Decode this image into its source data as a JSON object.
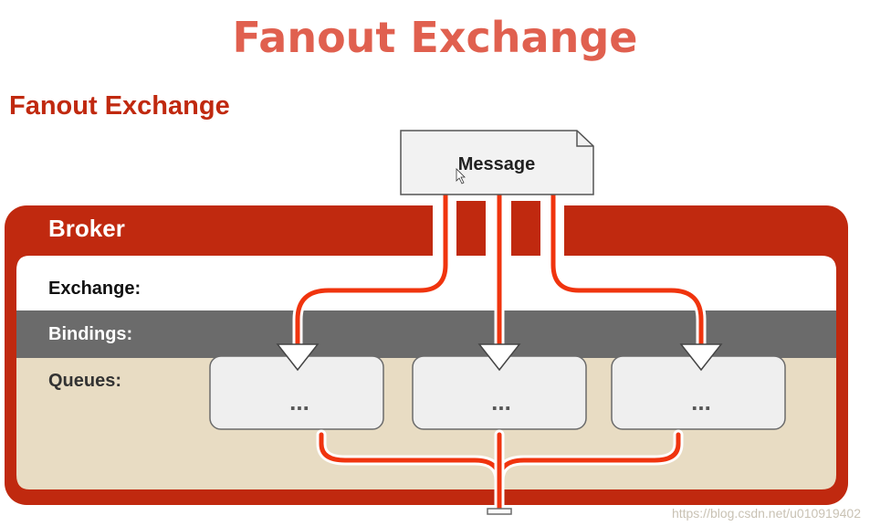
{
  "slide_title": "Fanout Exchange",
  "diagram": {
    "title": "Fanout Exchange",
    "message_label": "Message",
    "broker_label": "Broker",
    "exchange_label": "Exchange:",
    "bindings_label": "Bindings:",
    "queues_label": "Queues:",
    "queues": [
      {
        "label": "..."
      },
      {
        "label": "..."
      },
      {
        "label": "..."
      }
    ]
  },
  "watermark": "https://blog.csdn.net/u010919402",
  "colors": {
    "title": "#e0604f",
    "broker_red": "#c0290f",
    "arrow_red": "#f0340e",
    "bindings_gray": "#6b6b6b",
    "queues_beige": "#e8dcc3",
    "queue_box": "#efefef"
  }
}
